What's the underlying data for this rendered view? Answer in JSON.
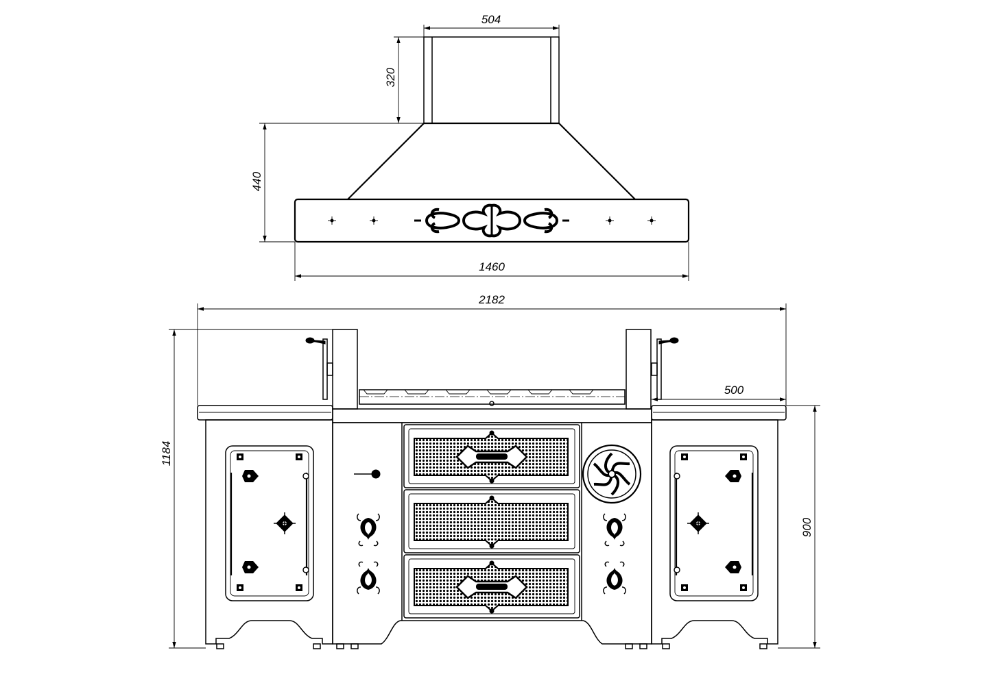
{
  "dimensions": {
    "chimney_width": "504",
    "chimney_height": "320",
    "hood_height": "440",
    "hood_width": "1460",
    "total_width": "2182",
    "total_height": "1184",
    "side_counter_depth": "500",
    "counter_height": "900"
  },
  "colors": {
    "line": "#000000",
    "paper": "#ffffff"
  }
}
